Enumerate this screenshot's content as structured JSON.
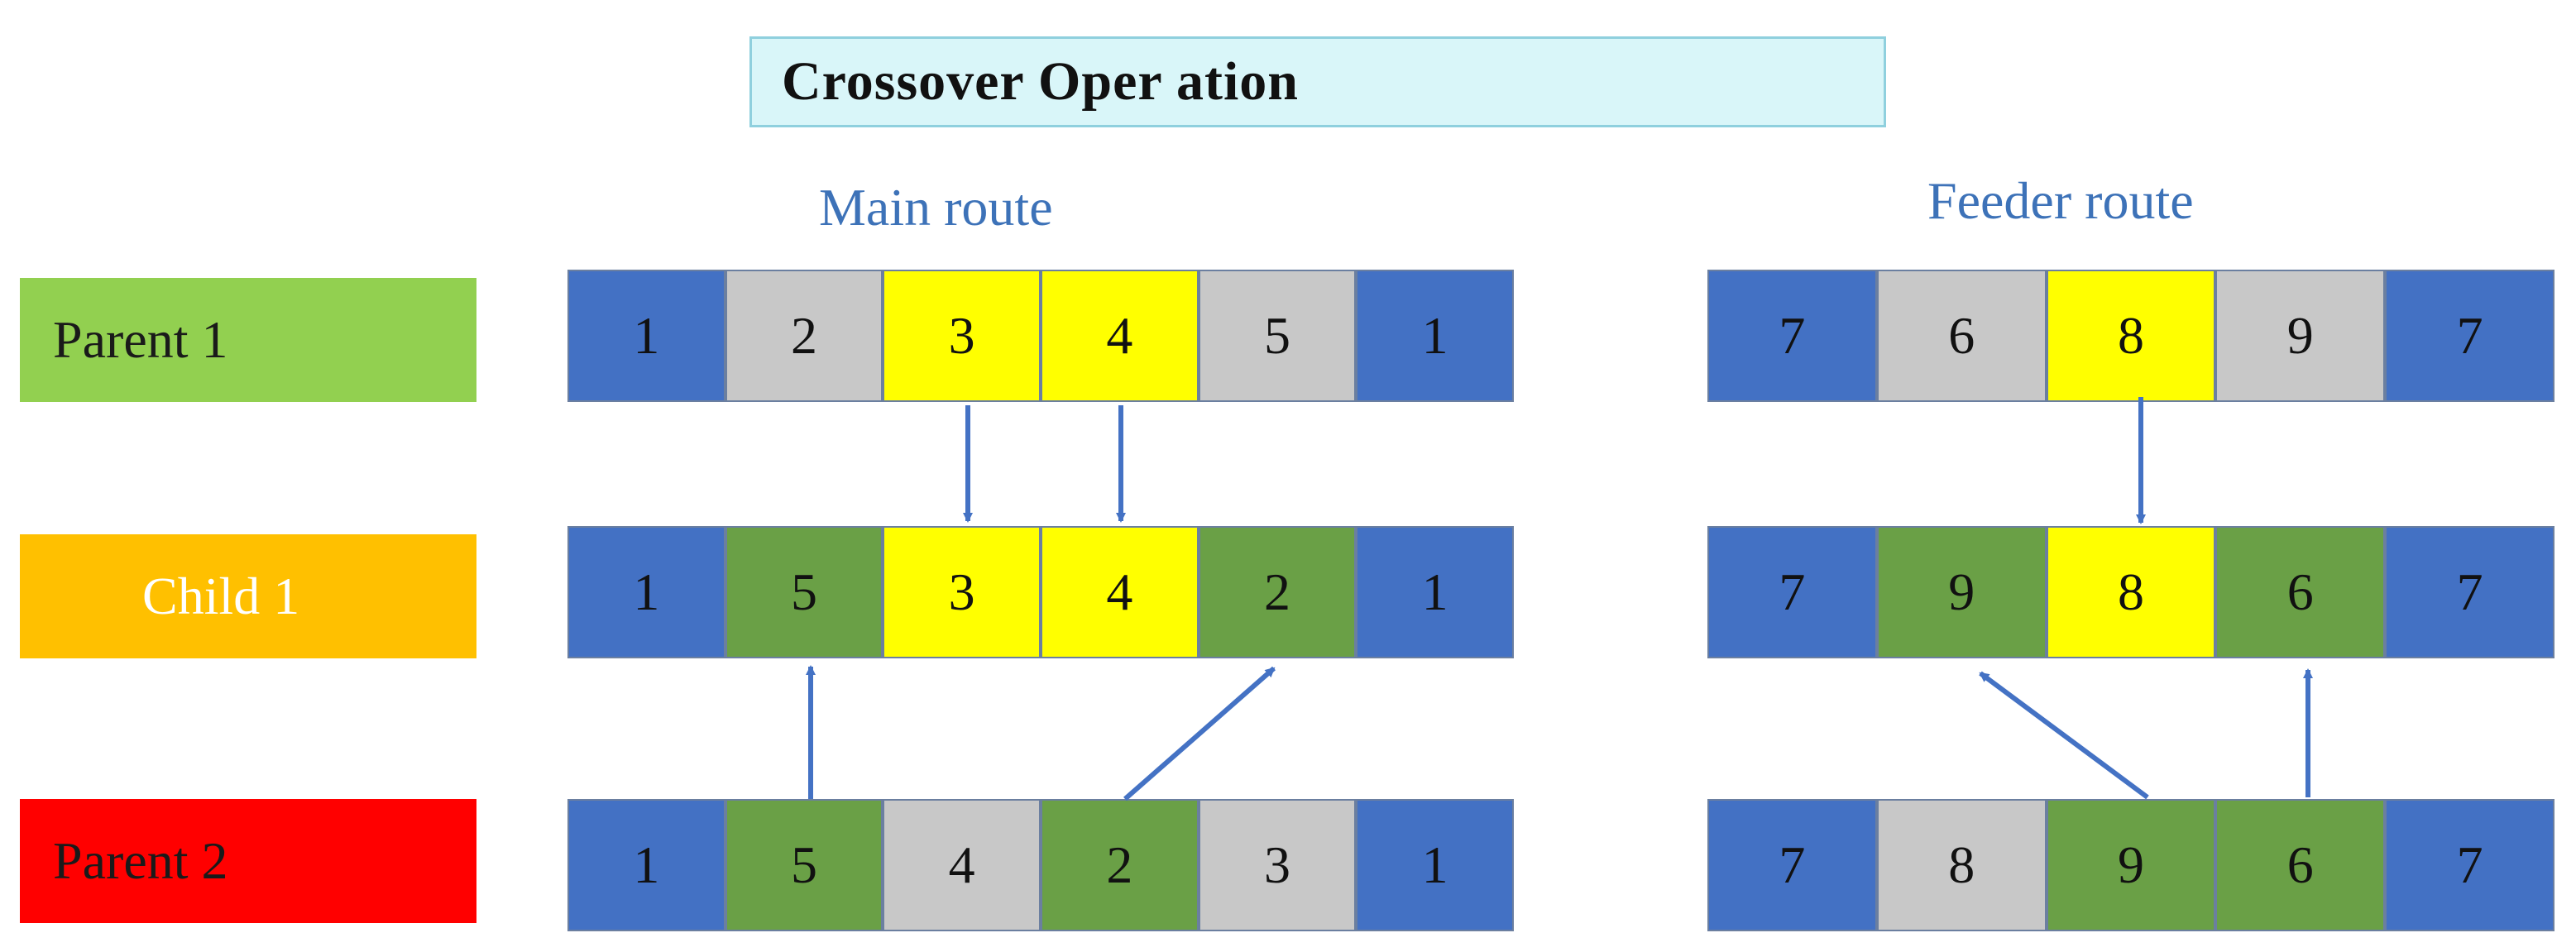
{
  "title": "Crossover   Oper ation",
  "sections": {
    "main": "Main route",
    "feeder": "Feeder route"
  },
  "rows": [
    {
      "label": "Parent 1",
      "label_bg": "#92d050",
      "label_color": "#1a1a1a",
      "main": [
        {
          "v": "1",
          "c": "blue"
        },
        {
          "v": "2",
          "c": "gray"
        },
        {
          "v": "3",
          "c": "yellow"
        },
        {
          "v": "4",
          "c": "yellow"
        },
        {
          "v": "5",
          "c": "gray"
        },
        {
          "v": "1",
          "c": "blue"
        }
      ],
      "feeder": [
        {
          "v": "7",
          "c": "blue"
        },
        {
          "v": "6",
          "c": "gray"
        },
        {
          "v": "8",
          "c": "yellow"
        },
        {
          "v": "9",
          "c": "gray"
        },
        {
          "v": "7",
          "c": "blue"
        }
      ]
    },
    {
      "label": "Child 1",
      "label_bg": "#ffc000",
      "label_color": "#ffffff",
      "main": [
        {
          "v": "1",
          "c": "blue"
        },
        {
          "v": "5",
          "c": "green"
        },
        {
          "v": "3",
          "c": "yellow"
        },
        {
          "v": "4",
          "c": "yellow"
        },
        {
          "v": "2",
          "c": "green"
        },
        {
          "v": "1",
          "c": "blue"
        }
      ],
      "feeder": [
        {
          "v": "7",
          "c": "blue"
        },
        {
          "v": "9",
          "c": "green"
        },
        {
          "v": "8",
          "c": "yellow"
        },
        {
          "v": "6",
          "c": "green"
        },
        {
          "v": "7",
          "c": "blue"
        }
      ]
    },
    {
      "label": "Parent 2",
      "label_bg": "#ff0000",
      "label_color": "#1a1a1a",
      "main": [
        {
          "v": "1",
          "c": "blue"
        },
        {
          "v": "5",
          "c": "green"
        },
        {
          "v": "4",
          "c": "gray"
        },
        {
          "v": "2",
          "c": "green"
        },
        {
          "v": "3",
          "c": "gray"
        },
        {
          "v": "1",
          "c": "blue"
        }
      ],
      "feeder": [
        {
          "v": "7",
          "c": "blue"
        },
        {
          "v": "8",
          "c": "gray"
        },
        {
          "v": "9",
          "c": "green"
        },
        {
          "v": "6",
          "c": "green"
        },
        {
          "v": "7",
          "c": "blue"
        }
      ]
    }
  ],
  "arrow_color": "#4472c4"
}
